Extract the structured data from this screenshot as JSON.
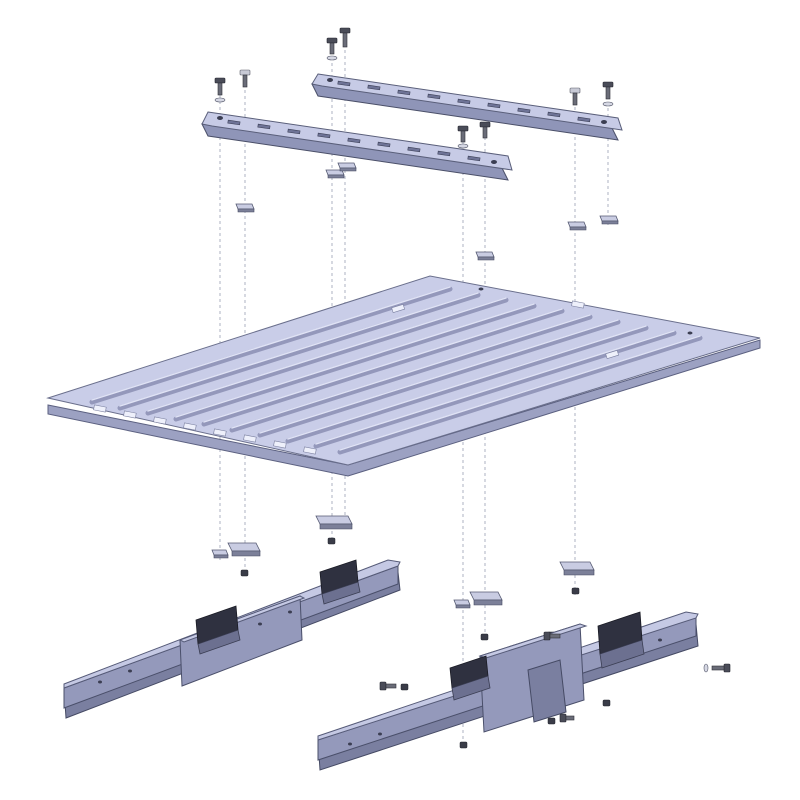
{
  "diagram": {
    "kind": "exploded-assembly",
    "components": [
      {
        "id": "rail-upper",
        "kind": "mounting-rail"
      },
      {
        "id": "rail-lower",
        "kind": "mounting-rail"
      },
      {
        "id": "bed-floor",
        "kind": "ribbed-bed-floor"
      },
      {
        "id": "frame-left",
        "kind": "frame-rail"
      },
      {
        "id": "frame-right",
        "kind": "frame-rail"
      }
    ],
    "fasteners": {
      "rail_bolts": 8,
      "spacer_plates_upper": 7,
      "spacer_plates_lower": 7,
      "nuts": 9
    },
    "colors": {
      "part_light": "#c9cde8",
      "part_shade": "#9499bb",
      "bracket": "#2f3140",
      "guide_line": "#9aa0b4"
    }
  }
}
